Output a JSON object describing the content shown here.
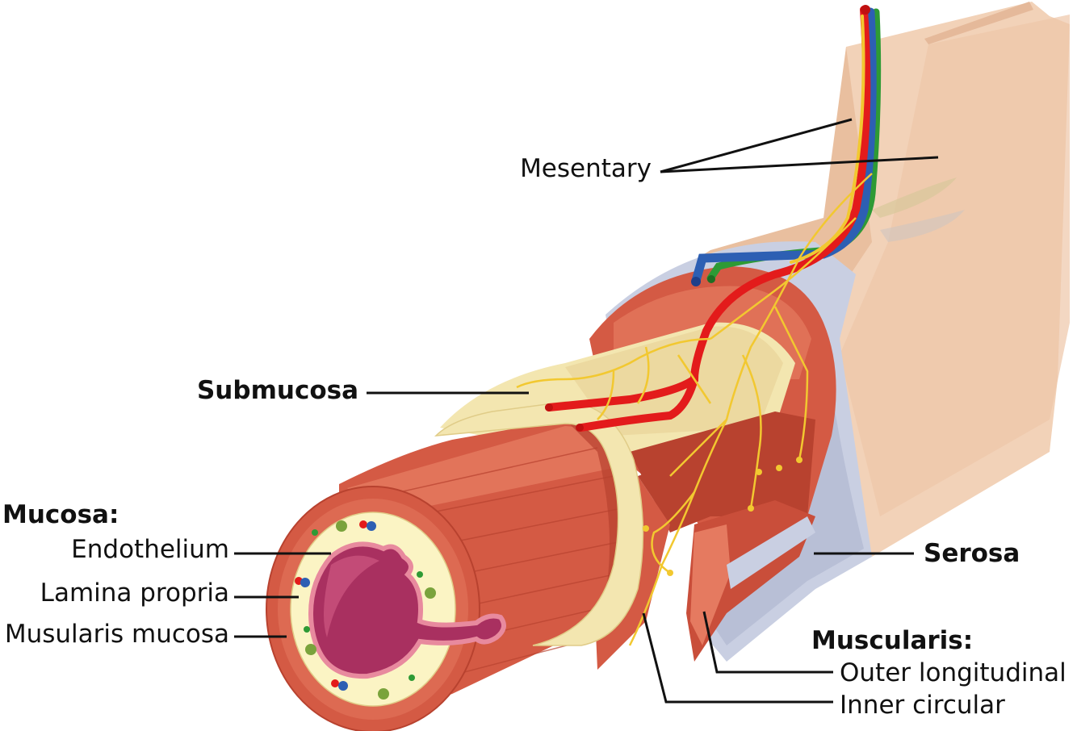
{
  "labels": {
    "mesentary": "Mesentary",
    "submucosa": "Submucosa",
    "mucosa_heading": "Mucosa:",
    "endothelium": "Endothelium",
    "lamina_propria": "Lamina propria",
    "muscularis_mucosa": "Musularis mucosa",
    "serosa": "Serosa",
    "muscularis_heading": "Muscularis:",
    "outer_longitudinal": "Outer longitudinal",
    "inner_circular": "Inner circular"
  },
  "colors": {
    "mesentery": "#f2d2b8",
    "mesentery_shadow": "#e5b99a",
    "serosa": "#c9cfe2",
    "muscle": "#d45a44",
    "muscle_light": "#e57a60",
    "muscle_dark": "#b8422f",
    "submucosa": "#f3e6b0",
    "lamina_propria": "#fbf4c4",
    "lumen": "#a93060",
    "lumen_light": "#c9527d",
    "endothelium": "#e88a9e",
    "artery": "#e31b1b",
    "vein": "#2d5fb3",
    "lymph": "#2e9a35",
    "nerve": "#f2c830"
  }
}
